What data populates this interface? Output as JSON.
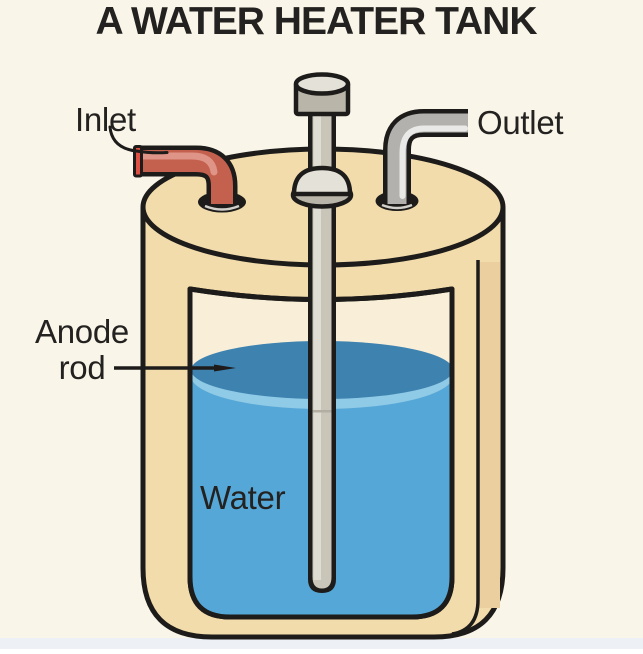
{
  "title": "A WATER HEATER TANK",
  "labels": {
    "inlet": "Inlet",
    "outlet": "Outlet",
    "anode_line1": "Anode",
    "anode_line2": "rod",
    "water": "Water"
  },
  "colors": {
    "background": "#faf5e9",
    "bottom_strip": "#edf1f5",
    "outline": "#1d1c1a",
    "text": "#232220",
    "tank_shell": "#f3dcab",
    "tank_shell_shadow": "#eccf9f",
    "tank_interior": "#f9efd8",
    "water_body": "#55a7d7",
    "water_surface": "#3e82b0",
    "water_rim_highlight": "#8fcae6",
    "rod_metal": "#c9c5b8",
    "rod_highlight": "#dfdcd3",
    "rod_joint": "#b2aea2",
    "cap_metal": "#b9b5a9",
    "cap_top": "#e4e1d9",
    "inlet_pipe": "#c4604e",
    "inlet_highlight": "#de9486",
    "inlet_end": "#dc5143",
    "outlet_pipe": "#b3b1ae",
    "outlet_highlight": "#e9e9e7",
    "hole_lip": "#d2d0cb"
  }
}
